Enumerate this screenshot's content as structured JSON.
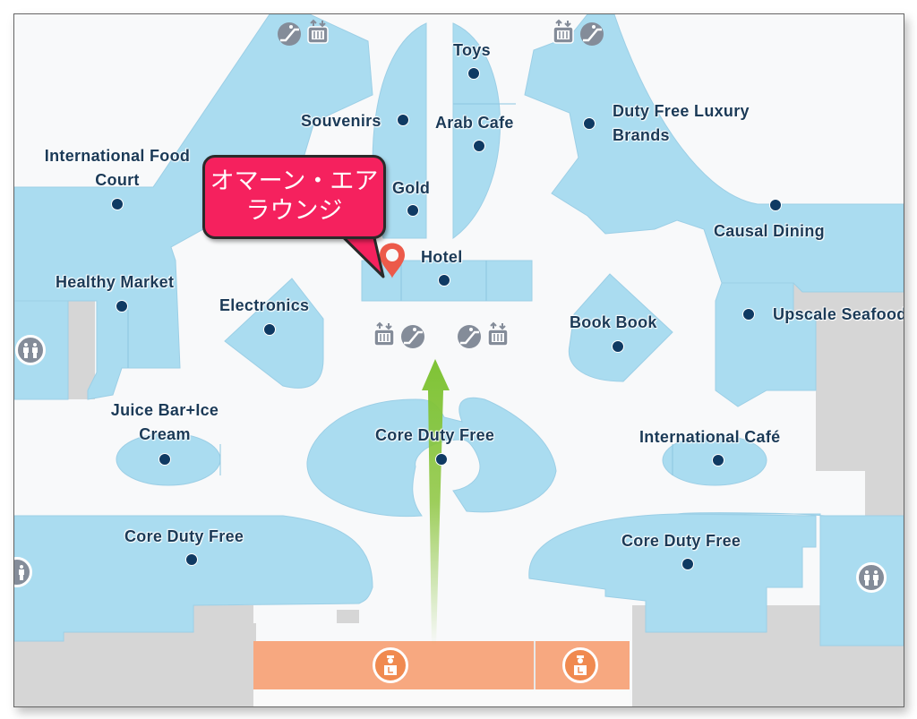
{
  "map": {
    "colors": {
      "background": "#f8f9fa",
      "shop_area": "#aadcf0",
      "restricted_area": "#d6d6d6",
      "security_gate": "#f7a880",
      "label_text": "#1b3a57",
      "poi_dot": "#0f3a63",
      "icon_gray": "#848c99",
      "callout": "#f5215e",
      "pin": "#ec5a4a",
      "route_arrow": "#8dc63f"
    },
    "callout": {
      "line1": "オマーン・エア",
      "line2": "ラウンジ"
    },
    "locations": [
      {
        "id": "toys",
        "label": "Toys"
      },
      {
        "id": "souvenirs",
        "label": "Souvenirs"
      },
      {
        "id": "arab-cafe",
        "label": "Arab Cafe"
      },
      {
        "id": "duty-free-luxury",
        "label_line1": "Duty Free Luxury",
        "label_line2": "Brands"
      },
      {
        "id": "intl-food-court",
        "label_line1": "International Food",
        "label_line2": "Court"
      },
      {
        "id": "gold",
        "label": "Gold"
      },
      {
        "id": "causal-dining",
        "label": "Causal Dining"
      },
      {
        "id": "hotel",
        "label": "Hotel"
      },
      {
        "id": "healthy-market",
        "label": "Healthy Market"
      },
      {
        "id": "electronics",
        "label": "Electronics"
      },
      {
        "id": "book-book",
        "label": "Book Book"
      },
      {
        "id": "upscale-seafood",
        "label": "Upscale Seafood"
      },
      {
        "id": "juice-bar",
        "label_line1": "Juice Bar+Ice",
        "label_line2": "Cream"
      },
      {
        "id": "core-duty-free-center",
        "label": "Core Duty Free"
      },
      {
        "id": "international-cafe",
        "label": "International Café"
      },
      {
        "id": "core-duty-free-left",
        "label": "Core Duty Free"
      },
      {
        "id": "core-duty-free-right",
        "label": "Core Duty Free"
      }
    ],
    "facilities": {
      "elevator": "elevator-icon",
      "escalator": "escalator-icon",
      "restroom": "restroom-icon",
      "security": "security-officer-icon",
      "pin": "location-pin-icon",
      "route": "route-arrow"
    }
  }
}
